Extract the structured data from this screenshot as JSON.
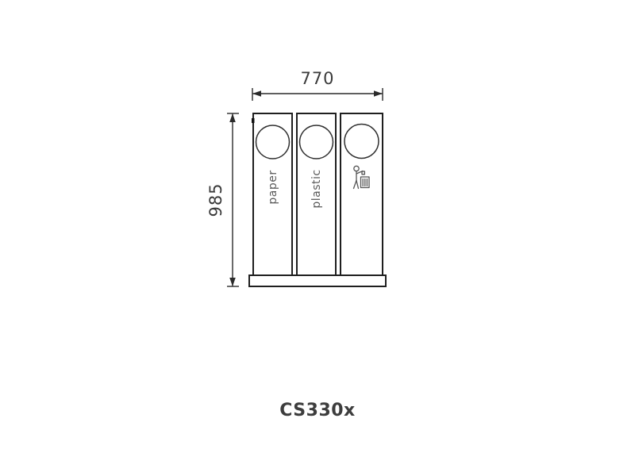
{
  "drawing": {
    "product_code": "CS330x",
    "dimensions": {
      "width_label": "770",
      "height_label": "985"
    },
    "bins": [
      {
        "label": "paper"
      },
      {
        "label": "plastic"
      },
      {
        "label": "",
        "icon": "litter-disposal-icon"
      }
    ],
    "colors": {
      "line": "#2a2a2a",
      "dimension_text": "#3a3a3a",
      "bin_label_text": "#5a5a5a",
      "product_code_text": "#3d3d3d"
    }
  }
}
